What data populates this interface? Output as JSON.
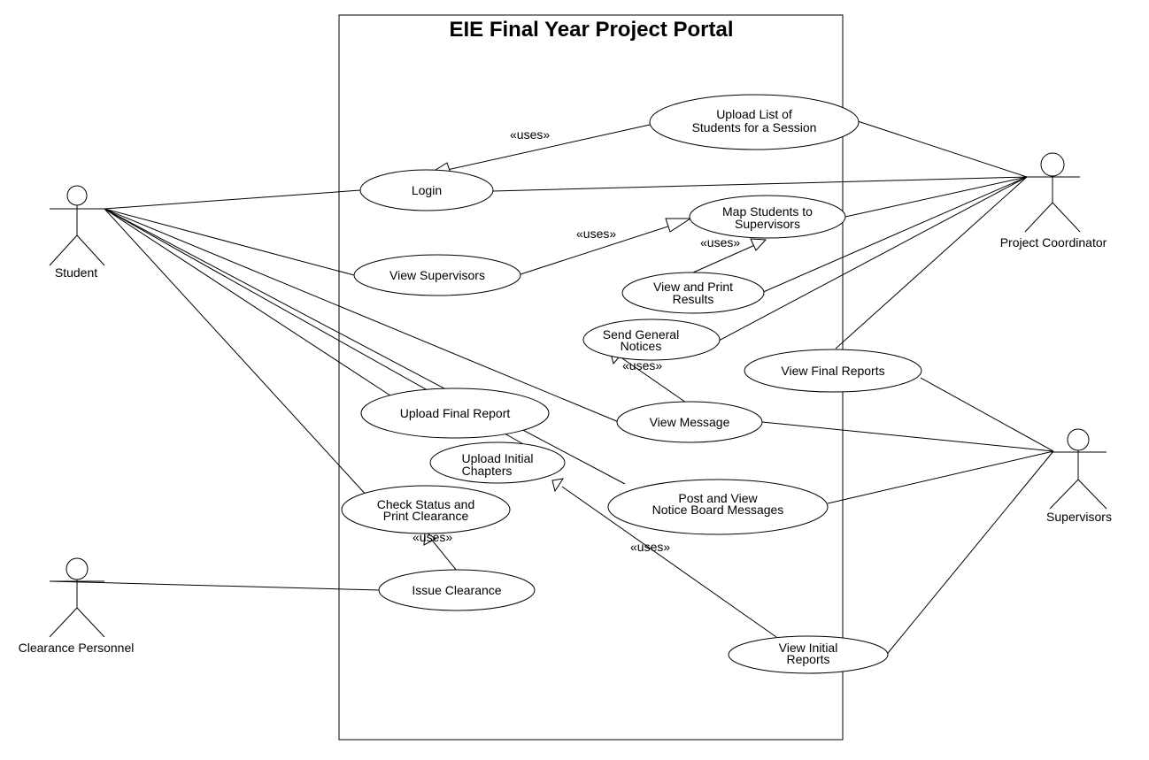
{
  "title": "EIE Final Year Project Portal",
  "stereotype": "«uses»",
  "actors": {
    "student": "Student",
    "coordinator": "Project Coordinator",
    "supervisors": "Supervisors",
    "clearance": "Clearance Personnel"
  },
  "use_cases": {
    "upload_list": [
      "Upload List of",
      "Students for a Session"
    ],
    "login": [
      "Login"
    ],
    "map_students": [
      "Map Students to",
      "Supervisors"
    ],
    "view_supervisors": [
      "View Supervisors"
    ],
    "view_print_results": [
      "View and Print",
      "Results"
    ],
    "send_notices": [
      "Send General",
      "Notices"
    ],
    "view_final_reports": [
      "View Final Reports"
    ],
    "upload_final_report": [
      "Upload Final Report"
    ],
    "view_message": [
      "View Message"
    ],
    "upload_initial_chapters": [
      "Upload Initial",
      "Chapters"
    ],
    "check_status": [
      "Check Status and",
      "Print Clearance"
    ],
    "post_view_notice": [
      "Post and View",
      "Notice Board Messages"
    ],
    "issue_clearance": [
      "Issue Clearance"
    ],
    "view_initial_reports": [
      "View Initial",
      "Reports"
    ]
  }
}
